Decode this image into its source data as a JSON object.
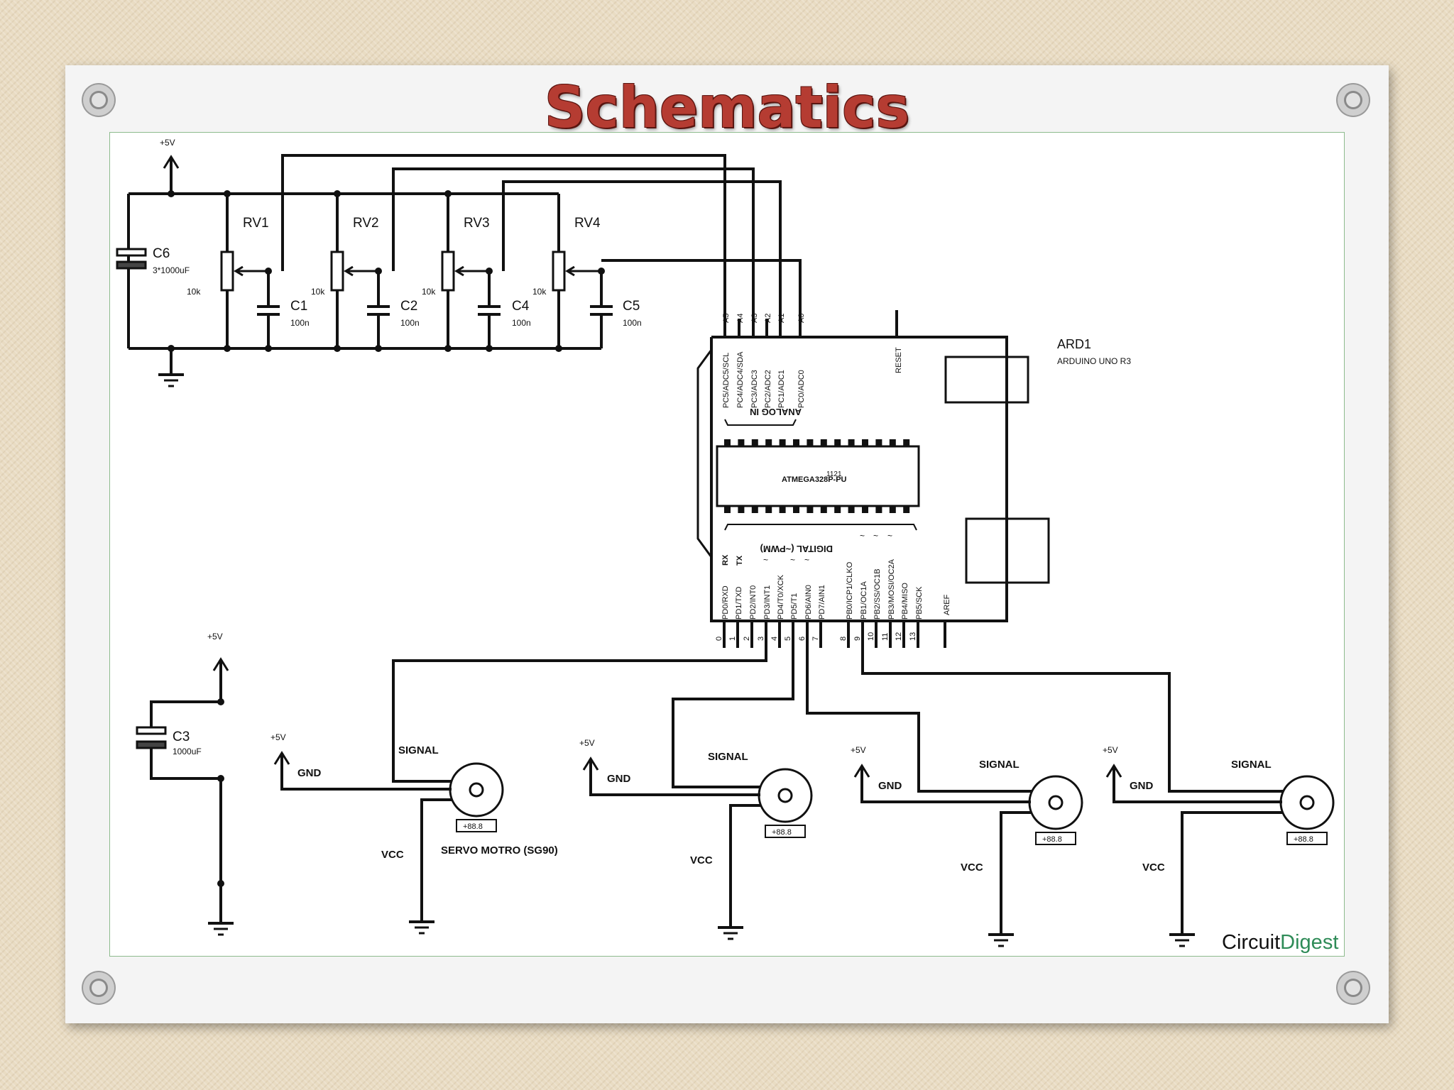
{
  "title": "Schematics",
  "brand": {
    "part1": "Circuit",
    "part2": "Digest",
    "color1": "#6b6b6b",
    "color2": "#2e8b57"
  },
  "colors": {
    "title": "#b53c32",
    "wire": "#111111",
    "frame": "#8dbb8d"
  },
  "power": {
    "vcc5": "+5V"
  },
  "caps": {
    "c6": {
      "name": "C6",
      "value": "3*1000uF"
    },
    "c3": {
      "name": "C3",
      "value": "1000uF"
    },
    "c1": {
      "name": "C1",
      "value": "100n"
    },
    "c2": {
      "name": "C2",
      "value": "100n"
    },
    "c4": {
      "name": "C4",
      "value": "100n"
    },
    "c5": {
      "name": "C5",
      "value": "100n"
    }
  },
  "pots": {
    "rv1": {
      "name": "RV1",
      "value": "10k"
    },
    "rv2": {
      "name": "RV2",
      "value": "10k"
    },
    "rv3": {
      "name": "RV3",
      "value": "10k"
    },
    "rv4": {
      "name": "RV4",
      "value": "10k"
    }
  },
  "arduino": {
    "ref": "ARD1",
    "model": "ARDUINO UNO R3",
    "chip": "ATMEGA328P-PU",
    "chip_code": "1121",
    "analog_label": "ANALOG IN",
    "digital_label": "DIGITAL (~PWM)",
    "reset": "RESET",
    "aref": "AREF",
    "rx": "RX",
    "tx": "TX",
    "analog_pins": [
      "A5",
      "A4",
      "A3",
      "A2",
      "A1",
      "A0"
    ],
    "analog_names": [
      "PC5/ADC5/SCL",
      "PC4/ADC4/SDA",
      "PC3/ADC3",
      "PC2/ADC2",
      "PC1/ADC1",
      "PC0/ADC0"
    ],
    "digital_names": [
      "PD0/RXD",
      "PD1/TXD",
      "PD2/INT0",
      "PD3/INT1",
      "PD4/T0/XCK",
      "PD5/T1",
      "PD6/AIN0",
      "PD7/AIN1",
      "PB0/ICP1/CLKO",
      "PB1/OC1A",
      "PB2/SS/OC1B",
      "PB3/MOSI/OC2A",
      "PB4/MISO",
      "PB5/SCK"
    ],
    "digital_nums": [
      "0",
      "1",
      "2",
      "3",
      "4",
      "5",
      "6",
      "7",
      "8",
      "9",
      "10",
      "11",
      "12",
      "13"
    ],
    "pwm_mark": "~"
  },
  "servos": {
    "caption": "SERVO MOTRO (SG90)",
    "signal": "SIGNAL",
    "gnd": "GND",
    "vcc": "VCC",
    "readout": "+88.8"
  }
}
